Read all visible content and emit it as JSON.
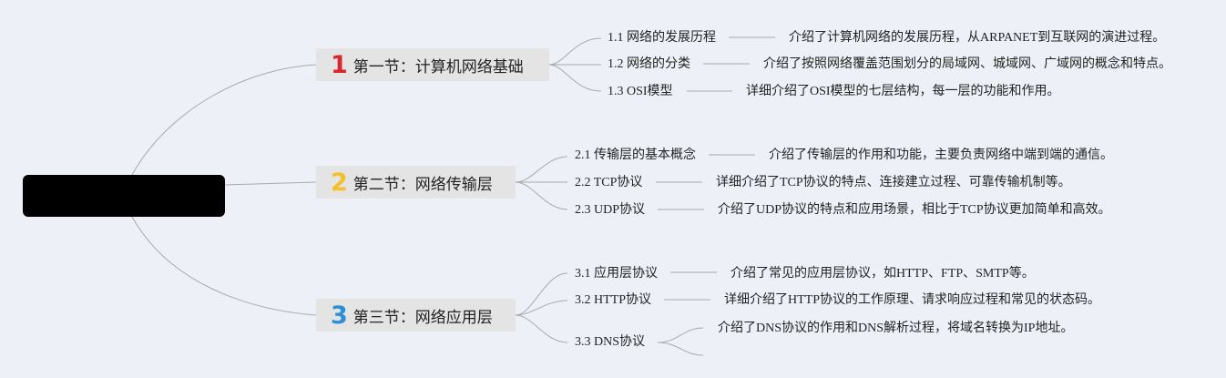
{
  "root": {
    "label": ""
  },
  "sections": [
    {
      "number": "1",
      "number_color": "#d7282f",
      "label": "第一节：计算机网络基础",
      "items": [
        {
          "label": "1.1 网络的发展历程",
          "desc": "介绍了计算机网络的发展历程，从ARPANET到互联网的演进过程。"
        },
        {
          "label": "1.2 网络的分类",
          "desc": "介绍了按照网络覆盖范围划分的局域网、城域网、广域网的概念和特点。"
        },
        {
          "label": "1.3 OSI模型",
          "desc": "详细介绍了OSI模型的七层结构，每一层的功能和作用。"
        }
      ]
    },
    {
      "number": "2",
      "number_color": "#f4c12b",
      "label": "第二节：网络传输层",
      "items": [
        {
          "label": "2.1 传输层的基本概念",
          "desc": "介绍了传输层的作用和功能，主要负责网络中端到端的通信。"
        },
        {
          "label": "2.2 TCP协议",
          "desc": "详细介绍了TCP协议的特点、连接建立过程、可靠传输机制等。"
        },
        {
          "label": "2.3 UDP协议",
          "desc": "介绍了UDP协议的特点和应用场景，相比于TCP协议更加简单和高效。"
        }
      ]
    },
    {
      "number": "3",
      "number_color": "#2d8fd5",
      "label": "第三节：网络应用层",
      "items": [
        {
          "label": "3.1 应用层协议",
          "desc": "介绍了常见的应用层协议，如HTTP、FTP、SMTP等。"
        },
        {
          "label": "3.2 HTTP协议",
          "desc": "详细介绍了HTTP协议的工作原理、请求响应过程和常见的状态码。"
        },
        {
          "label": "3.3 DNS协议",
          "desc": "介绍了DNS协议的作用和DNS解析过程，将域名转换为IP地址。"
        }
      ]
    }
  ]
}
